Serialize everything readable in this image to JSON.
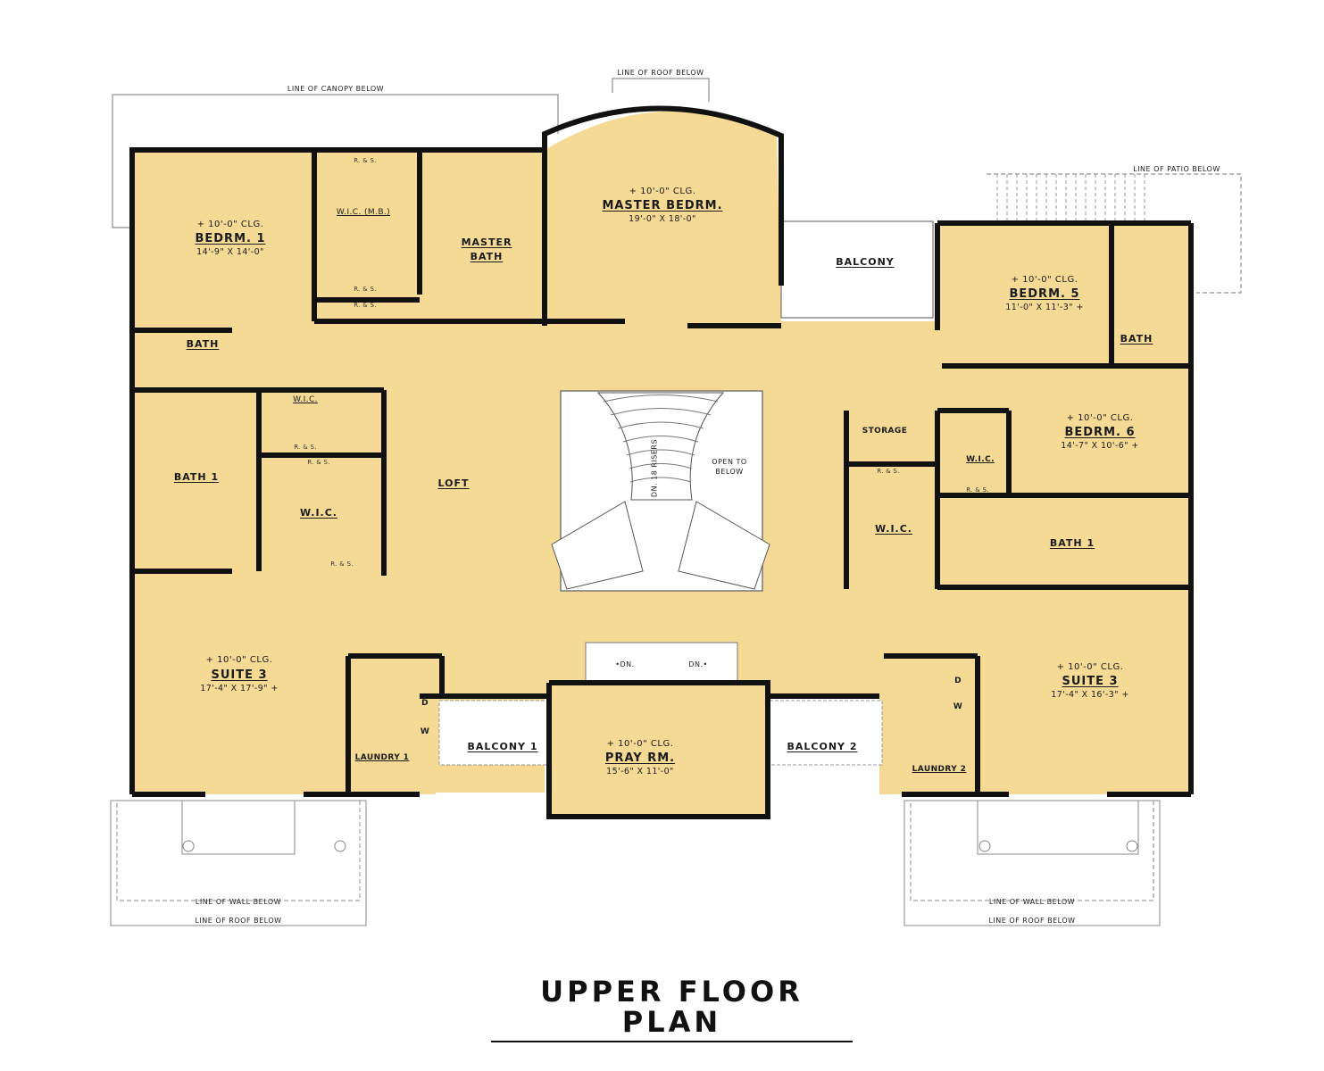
{
  "plan": {
    "title": "UPPER FLOOR PLAN",
    "colors": {
      "floor_fill": "#F5DA96",
      "wall": "#111111",
      "exterior": "#FFFFFF",
      "stair": "#FFFFFF"
    },
    "notes": {
      "canopy": "LINE OF CANOPY BELOW",
      "roof_top": "LINE OF ROOF BELOW",
      "patio": "LINE OF PATIO BELOW",
      "wall_below_left": "LINE OF WALL BELOW",
      "roof_below_left": "LINE OF ROOF BELOW",
      "wall_below_right": "LINE OF WALL BELOW",
      "roof_below_right": "LINE OF ROOF BELOW",
      "open_to_below_1": "OPEN TO",
      "open_to_below_2": "BELOW",
      "stair_riser": "DN. 18 RISERS",
      "dn_left": "•DN.",
      "dn_right": "DN.•"
    },
    "rooms": {
      "bedrm1": {
        "clg": "+ 10'-0\" CLG.",
        "name": "BEDRM. 1",
        "dim": "14'-9\" X 14'-0\""
      },
      "wic_mb": {
        "name": "W.I.C. (M.B.)"
      },
      "master_bath_1": {
        "name": "MASTER"
      },
      "master_bath_2": {
        "name": "BATH"
      },
      "master_bedrm": {
        "clg": "+ 10'-0\" CLG.",
        "name": "MASTER BEDRM.",
        "dim": "19'-0\" X 18'-0\""
      },
      "balcony": {
        "name": "BALCONY"
      },
      "bedrm5": {
        "clg": "+ 10'-0\" CLG.",
        "name": "BEDRM. 5",
        "dim": "11'-0\" X 11'-3\" +"
      },
      "bath_right": {
        "name": "BATH"
      },
      "bath_left": {
        "name": "BATH"
      },
      "wic_left_small": {
        "name": "W.I.C."
      },
      "bath1_left": {
        "name": "BATH 1"
      },
      "wic_left": {
        "name": "W.I.C."
      },
      "loft": {
        "name": "LOFT"
      },
      "storage": {
        "name": "STORAGE"
      },
      "wic_right_small": {
        "name": "W.I.C."
      },
      "bedrm6": {
        "clg": "+ 10'-0\" CLG.",
        "name": "BEDRM. 6",
        "dim": "14'-7\" X 10'-6\" +"
      },
      "wic_right": {
        "name": "W.I.C."
      },
      "bath1_right": {
        "name": "BATH 1"
      },
      "suite3_left": {
        "clg": "+ 10'-0\" CLG.",
        "name": "SUITE 3",
        "dim": "17'-4\" X 17'-9\" +"
      },
      "laundry1": {
        "name": "LAUNDRY 1"
      },
      "balcony1": {
        "name": "BALCONY 1"
      },
      "pray_rm": {
        "clg": "+ 10'-0\" CLG.",
        "name": "PRAY RM.",
        "dim": "15'-6\" X 11'-0\""
      },
      "balcony2": {
        "name": "BALCONY 2"
      },
      "laundry2": {
        "name": "LAUNDRY 2"
      },
      "suite3_right": {
        "clg": "+ 10'-0\" CLG.",
        "name": "SUITE 3",
        "dim": "17'-4\" X 16'-3\" +"
      }
    },
    "fixtures": {
      "rs": "R. & S.",
      "dryer": "D",
      "washer": "W"
    }
  }
}
